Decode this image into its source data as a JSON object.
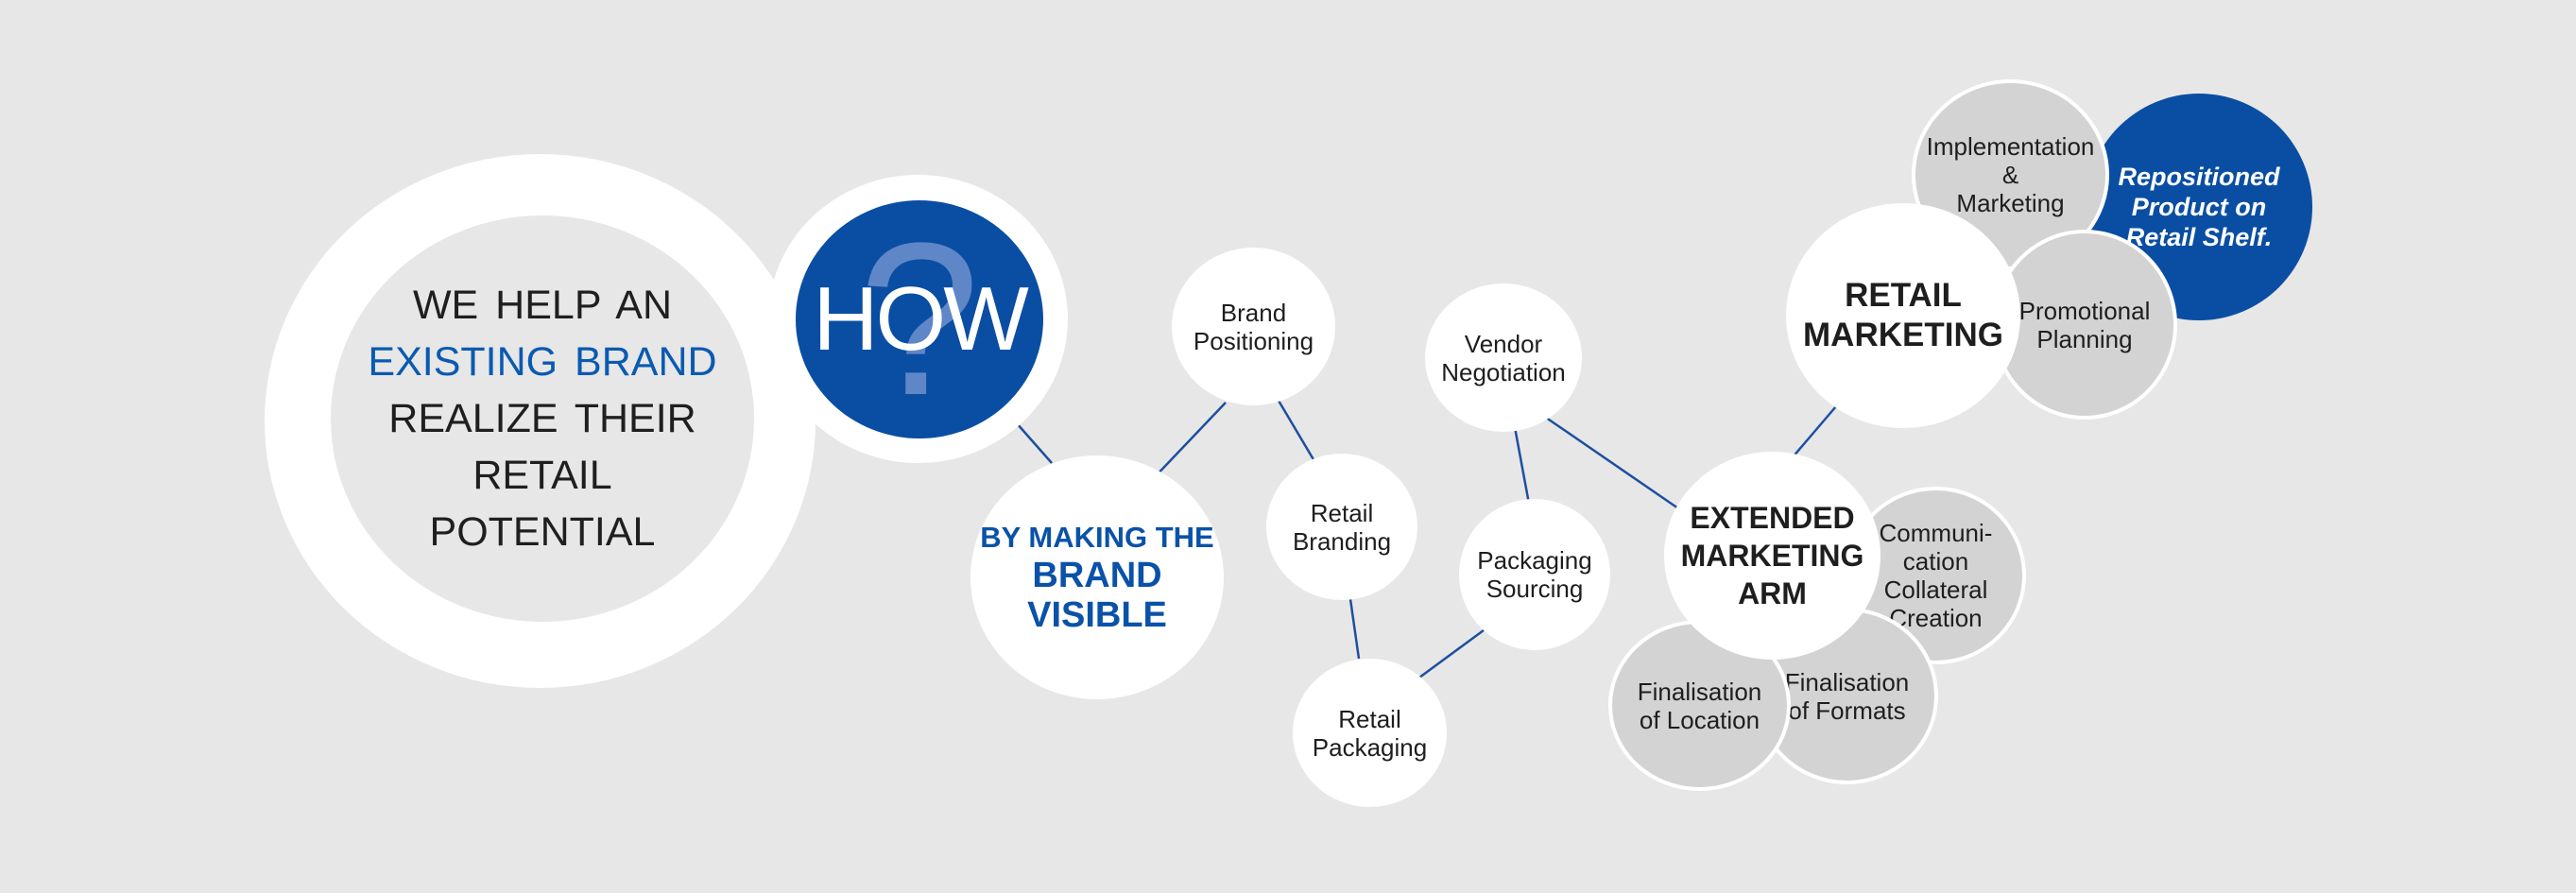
{
  "headline": {
    "line1": "WE HELP AN",
    "line2": "EXISTING BRAND",
    "line3": "REALIZE THEIR",
    "line4": "RETAIL",
    "line5": "POTENTIAL"
  },
  "how": {
    "word": "HOW",
    "mark": "?"
  },
  "nodes": {
    "brand_visible": [
      "BY MAKING THE",
      "BRAND",
      "VISIBLE"
    ],
    "brand_positioning": [
      "Brand",
      "Positioning"
    ],
    "retail_branding": [
      "Retail",
      "Branding"
    ],
    "retail_packaging": [
      "Retail",
      "Packaging"
    ],
    "vendor_negotiation": [
      "Vendor",
      "Negotiation"
    ],
    "packaging_sourcing": [
      "Packaging",
      "Sourcing"
    ],
    "extended_arm": [
      "EXTENDED",
      "MARKETING",
      "ARM"
    ],
    "communication": [
      "Communi-",
      "cation",
      "Collateral",
      "Creation"
    ],
    "finalisation_formats": [
      "Finalisation",
      "of Formats"
    ],
    "finalisation_location": [
      "Finalisation",
      "of Location"
    ],
    "retail_marketing": [
      "RETAIL",
      "MARKETING"
    ],
    "implementation": [
      "Implementation",
      "&",
      "Marketing"
    ],
    "promotional": [
      "Promotional",
      "Planning"
    ],
    "repositioned": [
      "Repositioned",
      "Product on",
      "Retail Shelf."
    ]
  },
  "colors": {
    "background": "#e7e7e8",
    "accent_blue": "#0a4ea3",
    "connector": "#1d4fa0",
    "grey_node": "#d3d3d3"
  }
}
